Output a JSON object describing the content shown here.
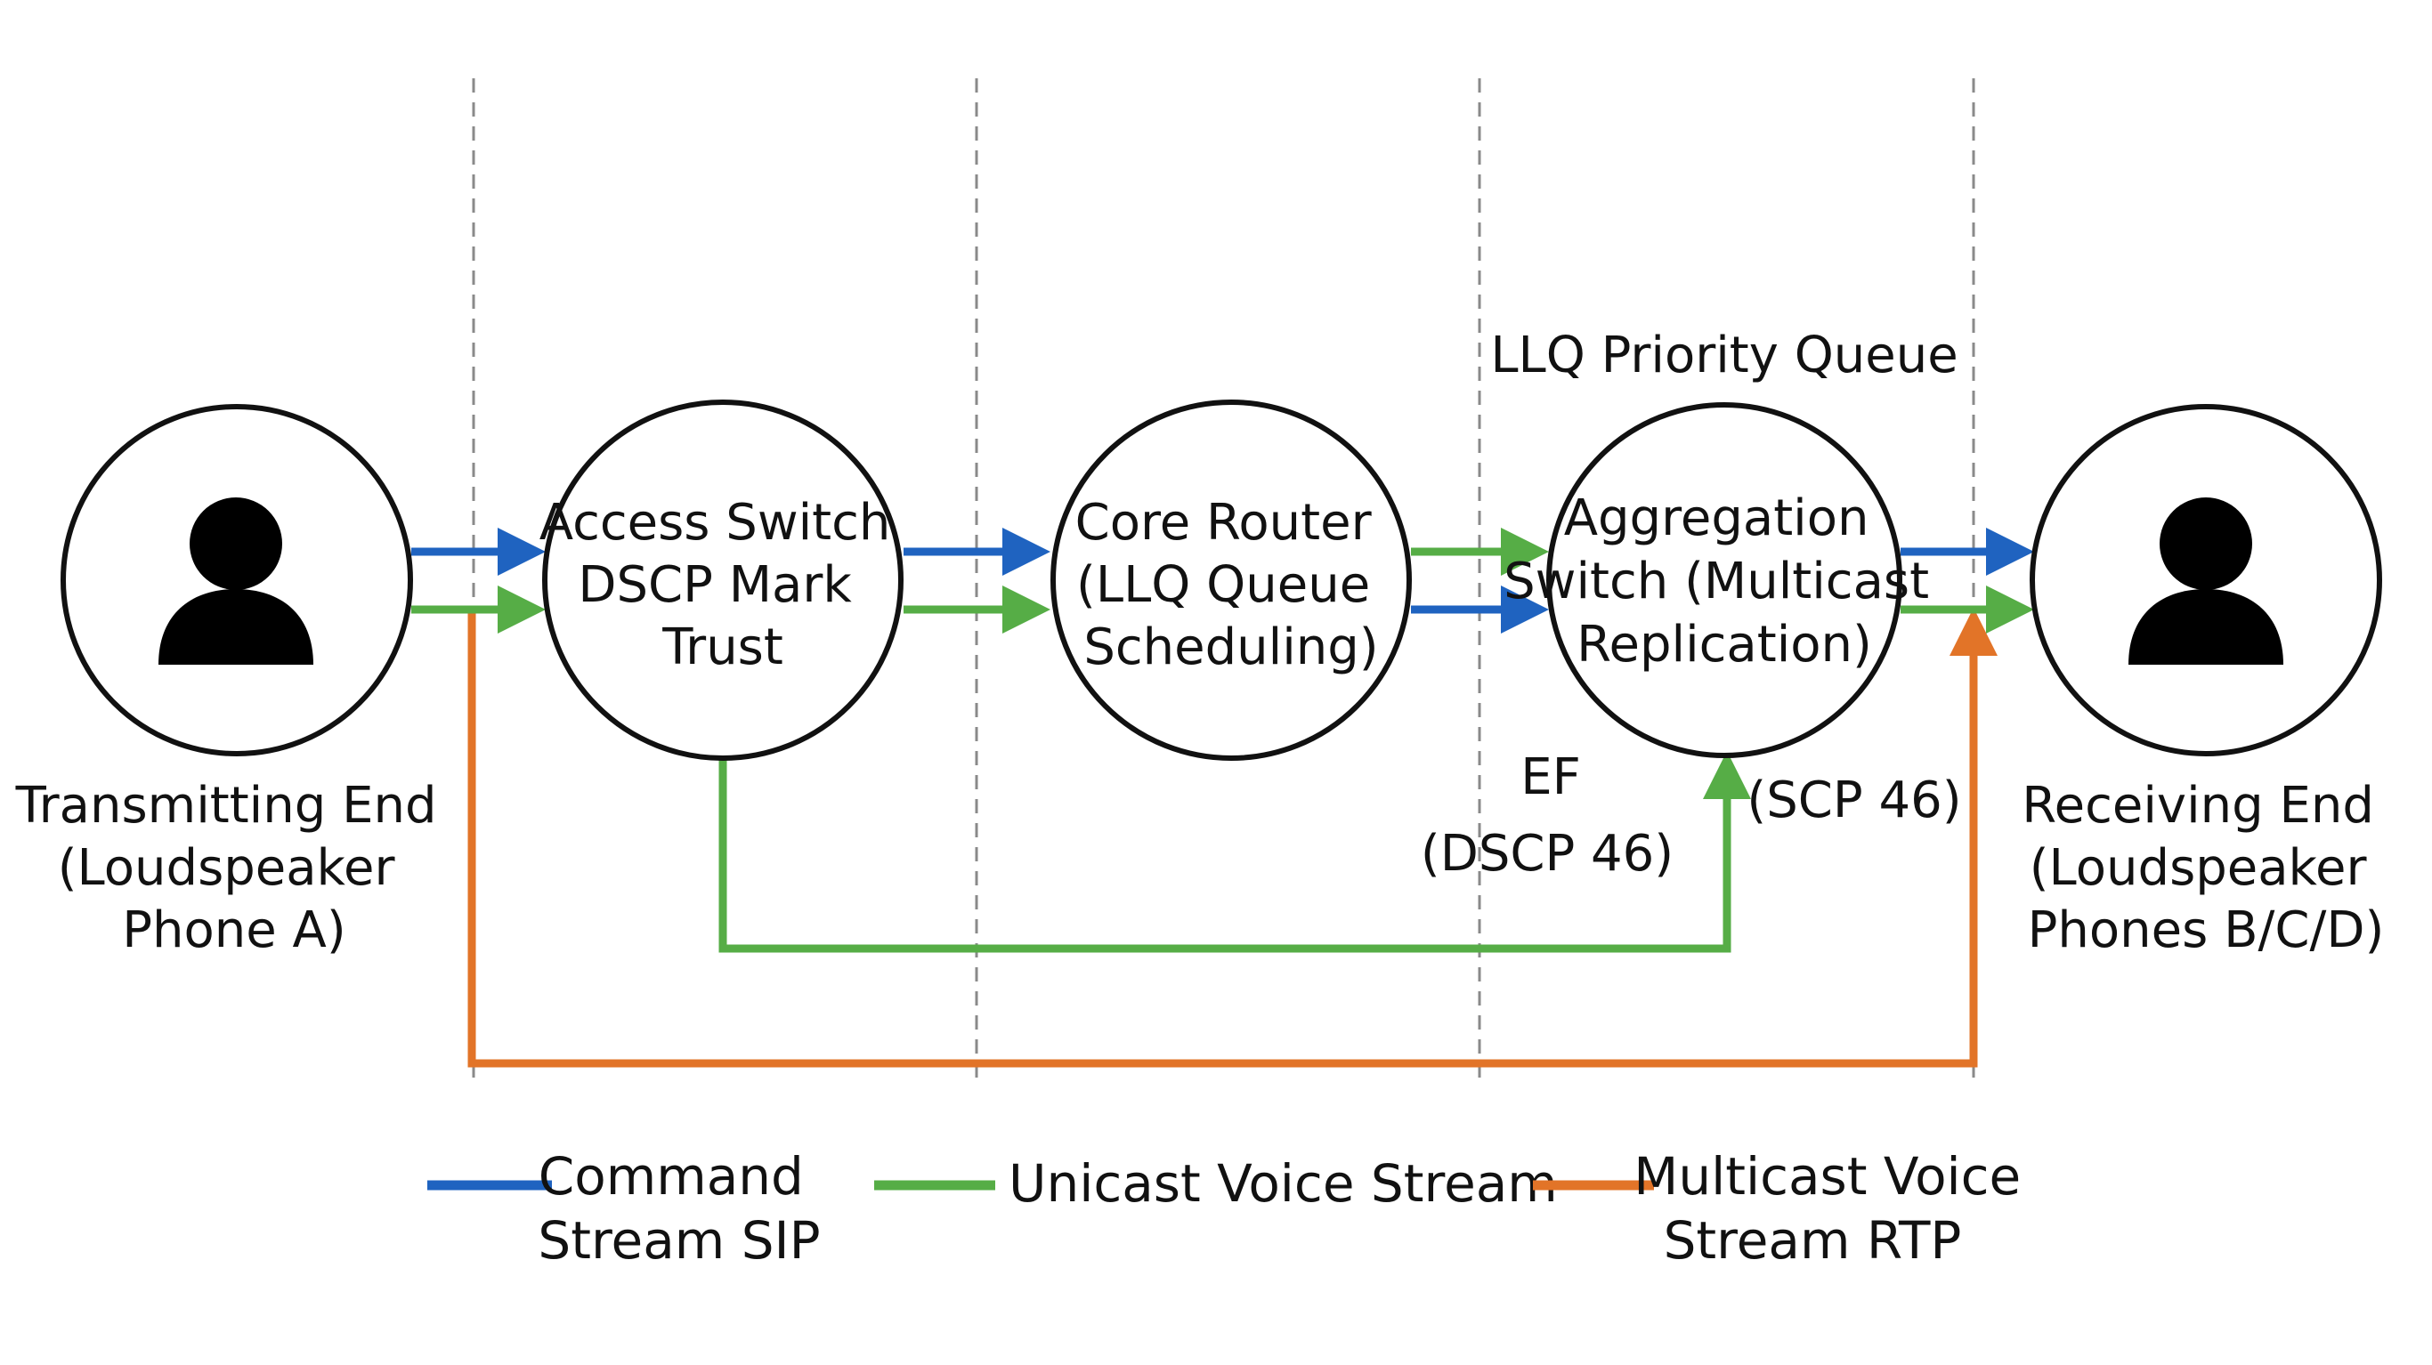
{
  "diagram": {
    "colors": {
      "command": "#1f63c0",
      "unicast": "#56ad46",
      "multicast": "#e27428",
      "divider": "#8a8a8a",
      "outline": "#111111",
      "icon": "#000000"
    },
    "nodes": {
      "transmitter": {
        "icon": "person-icon",
        "lines": [
          "Transmitting End",
          "(Loudspeaker",
          "Phone A)"
        ]
      },
      "access_switch": {
        "lines": [
          "Access Switch",
          "DSCP Mark",
          "Trust"
        ]
      },
      "core_router": {
        "lines": [
          "Core Router",
          "(LLQ Queue",
          "Scheduling)"
        ]
      },
      "aggregation_switch": {
        "lines": [
          "Aggregation",
          "Switch (Multicast",
          "Replication)"
        ]
      },
      "receiver": {
        "icon": "person-icon",
        "lines": [
          "Receiving End",
          "(Loudspeaker",
          "Phones B/C/D)"
        ]
      }
    },
    "annotations": {
      "llq_priority_queue": "LLQ Priority Queue",
      "ef": "EF",
      "dscp_46": "(DSCP 46)",
      "scp_46": "(SCP 46)"
    },
    "legend": {
      "command": [
        "Command",
        "Stream SIP"
      ],
      "unicast": [
        "Unicast Voice Stream"
      ],
      "multicast": [
        "Multicast Voice",
        "Stream RTP"
      ]
    }
  }
}
